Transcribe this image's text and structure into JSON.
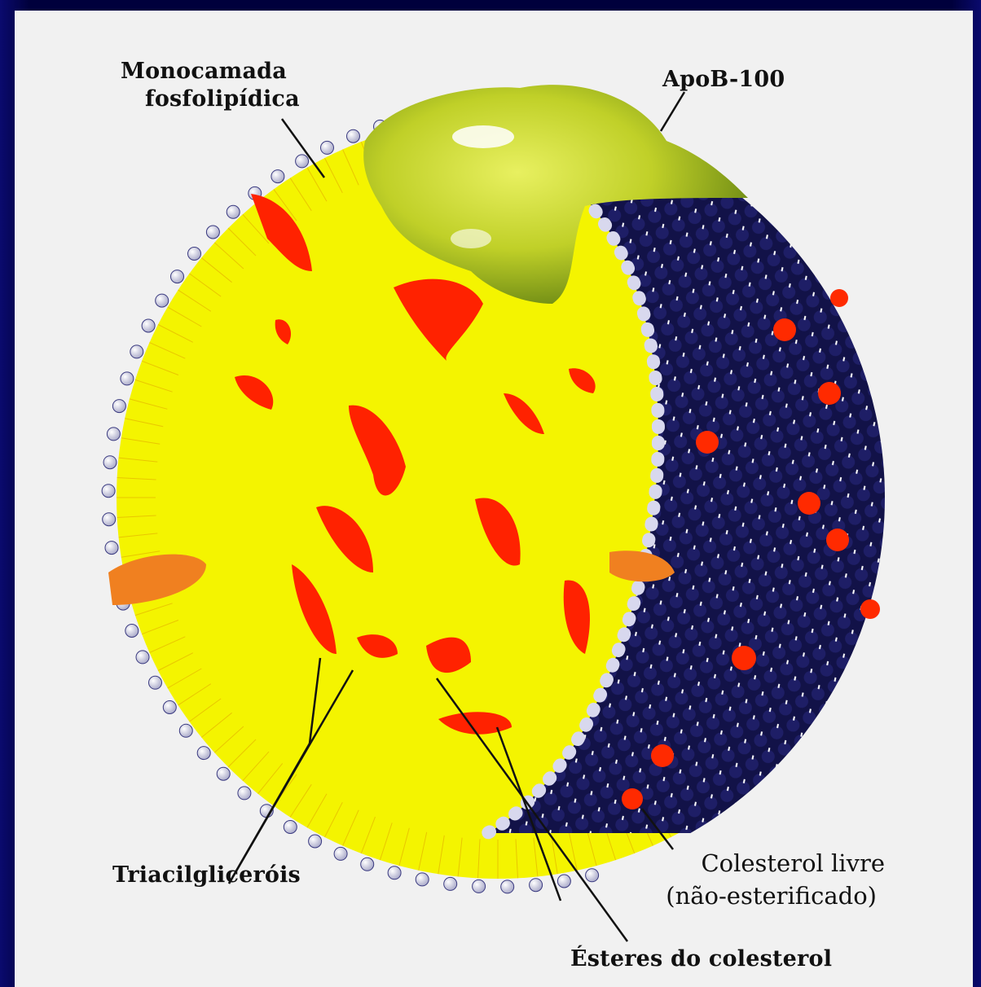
{
  "labels": {
    "phospholipid_line1": "Monocamada",
    "phospholipid_line2": "fosfolipídica",
    "apob": "ApoB-100",
    "triacylglycerols": "Triacilgliceróis",
    "free_cholesterol_line1": "Colesterol livre",
    "free_cholesterol_line2": "(não-esterificado)",
    "cholesterol_esters": "Ésteres do colesterol"
  },
  "colors": {
    "core": "#f4f400",
    "core_inclusions": "#ff2200",
    "surface_shell": "#151550",
    "apoprotein": "#b8c820",
    "frame": "#00003c",
    "background": "#f1f1f1"
  }
}
